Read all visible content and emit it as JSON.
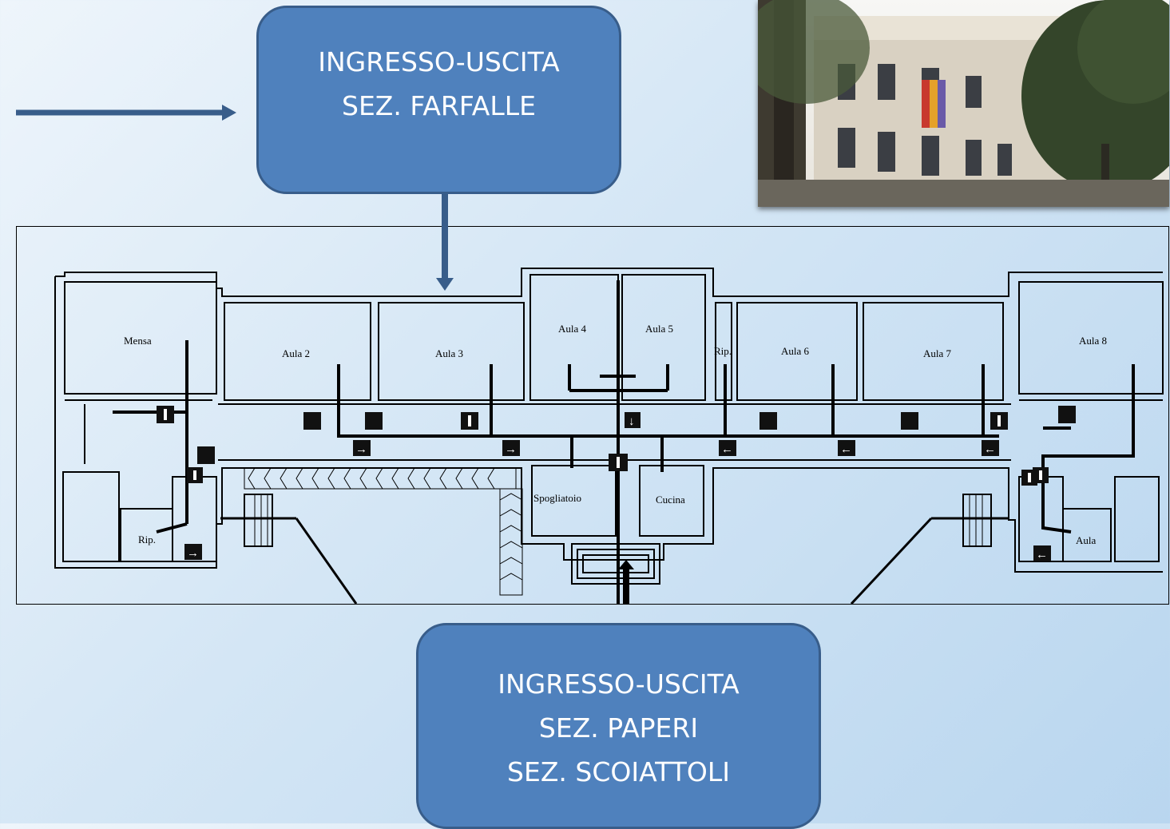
{
  "callouts": {
    "top": {
      "lines": [
        "INGRESSO-USCITA",
        "SEZ. FARFALLE"
      ]
    },
    "bottom": {
      "lines": [
        "INGRESSO-USCITA",
        "SEZ. PAPERI",
        "SEZ. SCOIATTOLI"
      ]
    }
  },
  "rooms": {
    "mensa": "Mensa",
    "aula2": "Aula 2",
    "aula3": "Aula 3",
    "aula4": "Aula 4",
    "aula5": "Aula 5",
    "rip_right": "Rip.",
    "aula6": "Aula 6",
    "aula7": "Aula 7",
    "aula8": "Aula 8",
    "spogliatoio": "Spogliatoio",
    "cucina": "Cucina",
    "rip_left": "Rip.",
    "aula": "Aula"
  },
  "colors": {
    "callout_fill": "#4f81bd",
    "callout_border": "#385d8a",
    "arrow": "#385d8a"
  },
  "icons": [
    "exit-arrow-icon",
    "fire-extinguisher-icon",
    "hydrant-icon"
  ]
}
